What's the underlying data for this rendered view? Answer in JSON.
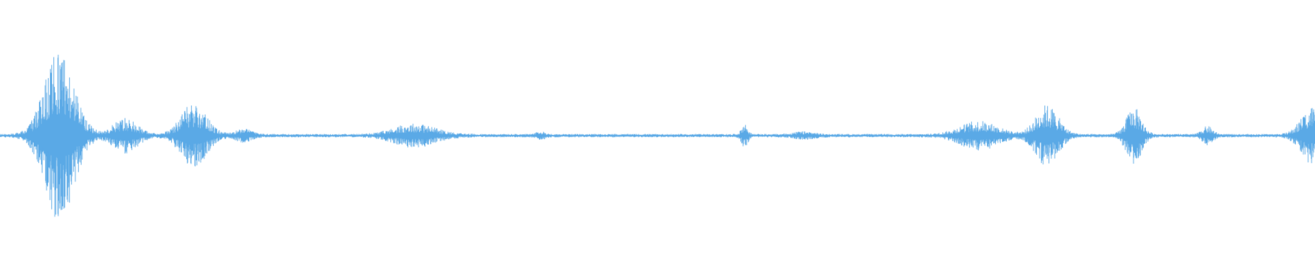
{
  "waveform": {
    "color": "#5aa9e6",
    "background": "#ffffff",
    "amplitude_range": [
      -1,
      1
    ],
    "baseline_level": 0.012,
    "bursts": [
      {
        "center": 0.045,
        "width": 0.04,
        "peak": 0.62
      },
      {
        "center": 0.095,
        "width": 0.032,
        "peak": 0.12
      },
      {
        "center": 0.147,
        "width": 0.034,
        "peak": 0.23
      },
      {
        "center": 0.185,
        "width": 0.022,
        "peak": 0.04
      },
      {
        "center": 0.315,
        "width": 0.055,
        "peak": 0.08
      },
      {
        "center": 0.411,
        "width": 0.012,
        "peak": 0.02
      },
      {
        "center": 0.566,
        "width": 0.008,
        "peak": 0.08
      },
      {
        "center": 0.611,
        "width": 0.028,
        "peak": 0.02
      },
      {
        "center": 0.744,
        "width": 0.05,
        "peak": 0.1
      },
      {
        "center": 0.796,
        "width": 0.03,
        "peak": 0.22
      },
      {
        "center": 0.862,
        "width": 0.02,
        "peak": 0.2
      },
      {
        "center": 0.918,
        "width": 0.014,
        "peak": 0.06
      },
      {
        "center": 0.998,
        "width": 0.03,
        "peak": 0.21
      }
    ]
  }
}
